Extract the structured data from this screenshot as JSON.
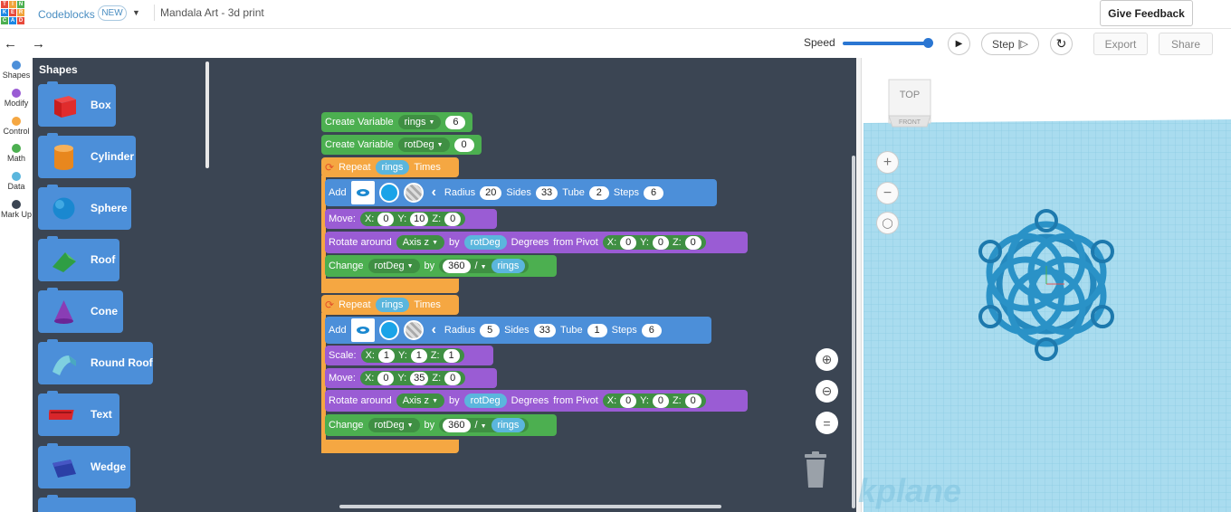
{
  "header": {
    "app_name": "Codeblocks",
    "new_badge": "NEW",
    "project_title": "Mandala Art - 3d print",
    "feedback_label": "Give Feedback",
    "logo_letters": [
      "T",
      "I",
      "N",
      "K",
      "E",
      "R",
      "C",
      "A",
      "D"
    ]
  },
  "toolbar": {
    "speed_label": "Speed",
    "speed_value": 1.0,
    "step_label": "Step",
    "export_label": "Export",
    "share_label": "Share"
  },
  "categories": [
    {
      "label": "Shapes",
      "color": "#4c8fd9"
    },
    {
      "label": "Modify",
      "color": "#9a5cd4"
    },
    {
      "label": "Control",
      "color": "#f5a742"
    },
    {
      "label": "Math",
      "color": "#4caf50"
    },
    {
      "label": "Data",
      "color": "#5bb6dd"
    },
    {
      "label": "Mark Up",
      "color": "#3b4553"
    }
  ],
  "flyout": {
    "title": "Shapes",
    "items": [
      {
        "label": "Box",
        "icon": "box-icon"
      },
      {
        "label": "Cylinder",
        "icon": "cylinder-icon"
      },
      {
        "label": "Sphere",
        "icon": "sphere-icon"
      },
      {
        "label": "Roof",
        "icon": "roof-icon"
      },
      {
        "label": "Cone",
        "icon": "cone-icon"
      },
      {
        "label": "Round Roof",
        "icon": "round-roof-icon"
      },
      {
        "label": "Text",
        "icon": "text-icon"
      },
      {
        "label": "Wedge",
        "icon": "wedge-icon"
      }
    ]
  },
  "program": {
    "create_variable_label": "Create Variable",
    "repeat_label": "Repeat",
    "times_label": "Times",
    "add_label": "Add",
    "radius_label": "Radius",
    "sides_label": "Sides",
    "tube_label": "Tube",
    "steps_label": "Steps",
    "move_label": "Move:",
    "scale_label": "Scale:",
    "rotate_label": "Rotate around",
    "by_label": "by",
    "degrees_label": "Degrees",
    "pivot_label": "from Pivot",
    "change_label": "Change",
    "x_label": "X:",
    "y_label": "Y:",
    "z_label": "Z:",
    "axis_z": "Axis z",
    "divide_op": "/",
    "var_rings": {
      "name": "rings",
      "value": "6"
    },
    "var_rotdeg": {
      "name": "rotDeg",
      "value": "0"
    },
    "loop1": {
      "count_var": "rings",
      "add": {
        "radius": "20",
        "sides": "33",
        "tube": "2",
        "steps": "6"
      },
      "move": {
        "x": "0",
        "y": "10",
        "z": "0"
      },
      "rotate_var": "rotDeg",
      "pivot": {
        "x": "0",
        "y": "0",
        "z": "0"
      },
      "change": {
        "var": "rotDeg",
        "amount": "360",
        "divisor": "rings"
      }
    },
    "loop2": {
      "count_var": "rings",
      "add": {
        "radius": "5",
        "sides": "33",
        "tube": "1",
        "steps": "6"
      },
      "scale": {
        "x": "1",
        "y": "1",
        "z": "1"
      },
      "move": {
        "x": "0",
        "y": "35",
        "z": "0"
      },
      "rotate_var": "rotDeg",
      "pivot": {
        "x": "0",
        "y": "0",
        "z": "0"
      },
      "change": {
        "var": "rotDeg",
        "amount": "360",
        "divisor": "rings"
      }
    }
  },
  "viewport": {
    "cube_top": "TOP",
    "cube_front": "FRONT",
    "workplane_label": "kplane"
  }
}
